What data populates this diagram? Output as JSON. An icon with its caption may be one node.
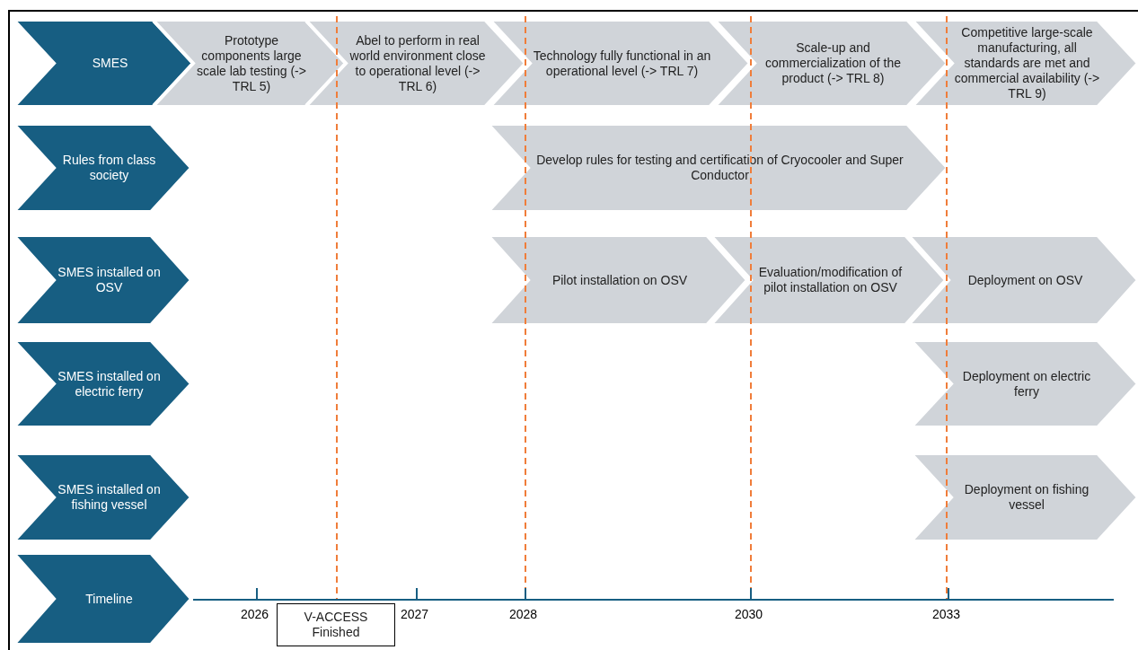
{
  "diagram": {
    "nodes": [
      {
        "text": [
          "SMES"
        ]
      },
      {
        "text": [
          "Prototype components large scale lab testing (-> TRL 5)"
        ]
      },
      {
        "text": [
          "Abel to perform in real world environment close to operational level (-> TRL 6)"
        ]
      },
      {
        "text": [
          "Technology fully functional in an operational level (-> TRL 7)"
        ]
      },
      {
        "text": [
          "Scale-up and commercialization of the product (-> TRL 8)"
        ]
      },
      {
        "text": [
          "Competitive large-scale manufacturing, all standards are met and commercial availability (-> TRL 9)"
        ]
      },
      {
        "text": [
          "Rules from class society"
        ]
      },
      {
        "text": [
          "Develop rules for testing and certification of Cryocooler and Super Conductor"
        ]
      },
      {
        "text": [
          "SMES installed on OSV"
        ]
      },
      {
        "text": [
          "Pilot installation on OSV"
        ]
      },
      {
        "text": [
          "Evaluation/modification of pilot installation on OSV"
        ]
      },
      {
        "text": [
          "Deployment on OSV"
        ]
      },
      {
        "text": [
          "SMES installed on electric ferry"
        ]
      },
      {
        "text": [
          "Deployment on electric ferry"
        ]
      },
      {
        "text": [
          "SMES installed on fishing vessel"
        ]
      },
      {
        "text": [
          "Deployment on fishing vessel"
        ]
      },
      {
        "text": [
          "Timeline"
        ]
      },
      {
        "text": [
          "V-ACCESS Finished"
        ]
      }
    ],
    "edges": [],
    "labels": [
      "2026",
      "2027",
      "2028",
      "2030",
      "2033"
    ]
  }
}
